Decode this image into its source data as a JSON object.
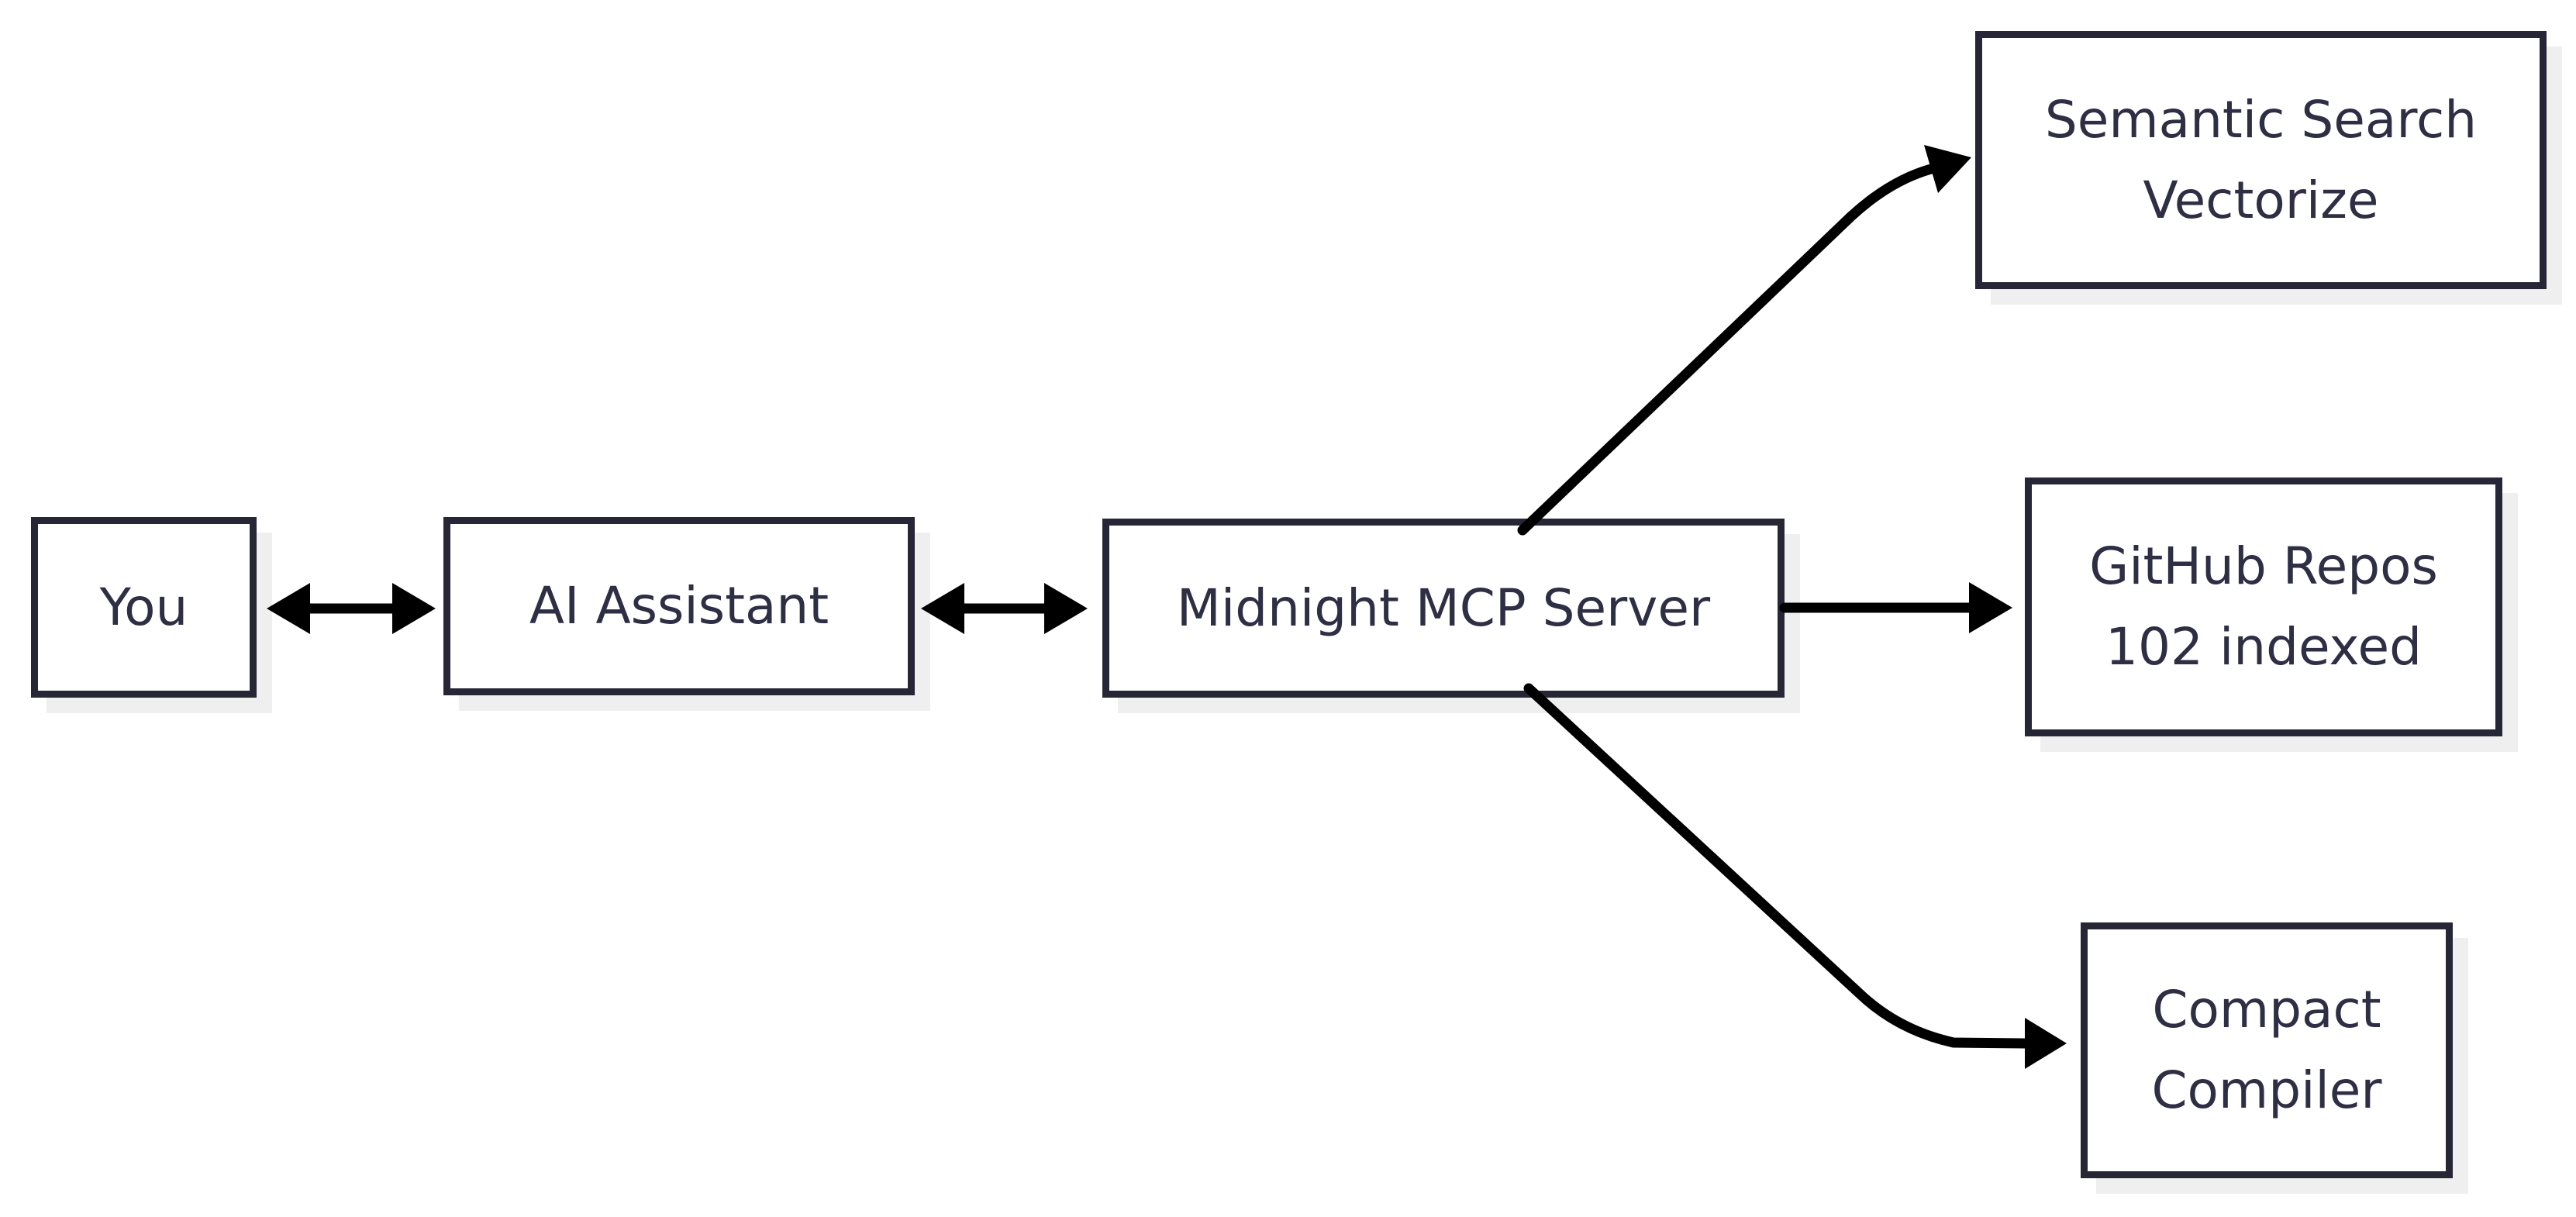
{
  "diagram": {
    "title": "MCP assistant architecture flowchart",
    "nodes": {
      "you": {
        "label": "You"
      },
      "assistant": {
        "label": "AI Assistant"
      },
      "mcp": {
        "label": "Midnight MCP Server"
      },
      "semantic": {
        "line1": "Semantic Search",
        "line2": "Vectorize"
      },
      "github": {
        "line1": "GitHub Repos",
        "line2": "102 indexed"
      },
      "compiler": {
        "line1": "Compact",
        "line2": "Compiler"
      }
    },
    "edges": [
      {
        "from": "you",
        "to": "assistant",
        "direction": "bidirectional"
      },
      {
        "from": "assistant",
        "to": "mcp",
        "direction": "bidirectional"
      },
      {
        "from": "mcp",
        "to": "semantic",
        "direction": "forward"
      },
      {
        "from": "mcp",
        "to": "github",
        "direction": "forward"
      },
      {
        "from": "mcp",
        "to": "compiler",
        "direction": "forward"
      }
    ],
    "colors": {
      "background": "#ffffff",
      "node_fill": "#ffffff",
      "node_border": "#262637",
      "text": "#2e2e44",
      "arrow": "#000000",
      "shadow": "#efefef"
    }
  }
}
